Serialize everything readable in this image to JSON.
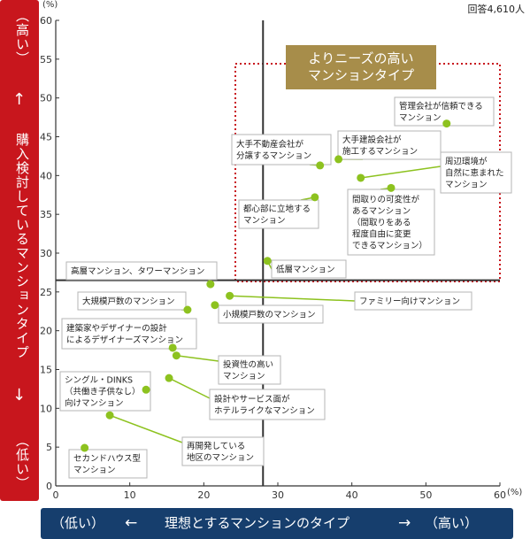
{
  "respondents": "回答4,610人",
  "y_unit": "(%)",
  "x_unit": "(%)",
  "y_axis": {
    "high": "（高い）",
    "label": "購入検討しているマンションタイプ",
    "low": "（低い）",
    "arrow_up": "↑",
    "arrow_down": "↓"
  },
  "x_axis": {
    "low": "（低い）",
    "arrow_left": "←",
    "label": "理想とするマンションのタイプ",
    "arrow_right": "→",
    "high": "（高い）"
  },
  "highlight": {
    "line1": "よりニーズの高い",
    "line2": "マンションタイプ",
    "border_color": "#c8161d",
    "title_bg": "#a78d4a"
  },
  "colors": {
    "point": "#8dc21f",
    "leader": "#8dc21f",
    "label_border": "#b5b5b5",
    "axis": "#333333",
    "divider": "#333333",
    "y_panel": "#c8161d",
    "x_panel": "#163e6d"
  },
  "chart_data": {
    "type": "scatter",
    "xlim": [
      0,
      60
    ],
    "ylim": [
      0,
      60
    ],
    "x_ticks": [
      "0",
      "10",
      "20",
      "30",
      "40",
      "50",
      "60"
    ],
    "y_ticks": [
      "0",
      "5",
      "10",
      "15",
      "20",
      "25",
      "30",
      "35",
      "40",
      "45",
      "50",
      "55",
      "60"
    ],
    "dividers": {
      "x": 28,
      "y": 26.5
    },
    "grid": false,
    "points": [
      {
        "label": "管理会社が信頼できるマンション",
        "x": 52.8,
        "y": 46.7
      },
      {
        "label": "大手建設会社が施工するマンション",
        "x": 38.2,
        "y": 42.1
      },
      {
        "label": "大手不動産会社が分譲するマンション",
        "x": 35.7,
        "y": 41.3
      },
      {
        "label": "周辺環境が自然に恵まれたマンション",
        "x": 41.2,
        "y": 39.7
      },
      {
        "label": "間取りの可変性があるマンション（間取りをある程度自由に変更できるマンション）",
        "x": 45.3,
        "y": 38.4
      },
      {
        "label": "都心部に立地するマンション",
        "x": 35.0,
        "y": 37.2
      },
      {
        "label": "低層マンション",
        "x": 28.6,
        "y": 29.0
      },
      {
        "label": "高層マンション、タワーマンション",
        "x": 20.9,
        "y": 26.0
      },
      {
        "label": "ファミリー向けマンション",
        "x": 23.5,
        "y": 24.5
      },
      {
        "label": "小規模戸数のマンション",
        "x": 21.5,
        "y": 23.3
      },
      {
        "label": "大規模戸数のマンション",
        "x": 17.8,
        "y": 22.7
      },
      {
        "label": "建築家やデザイナーの設計によるデザイナーズマンション",
        "x": 15.8,
        "y": 17.8
      },
      {
        "label": "投資性の高いマンション",
        "x": 16.3,
        "y": 16.8
      },
      {
        "label": "設計やサービス面がホテルライクなマンション",
        "x": 15.3,
        "y": 13.9
      },
      {
        "label": "シングル・DINKS（共働き子供なし）向けマンション",
        "x": 12.2,
        "y": 12.4
      },
      {
        "label": "再開発している地区のマンション",
        "x": 7.3,
        "y": 9.1
      },
      {
        "label": "セカンドハウス型マンション",
        "x": 3.9,
        "y": 4.9
      }
    ]
  }
}
